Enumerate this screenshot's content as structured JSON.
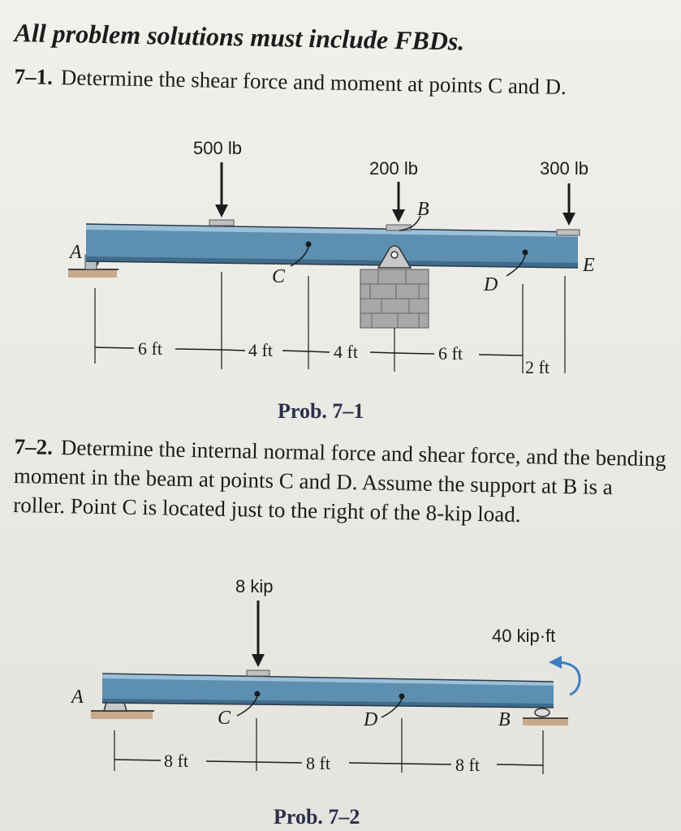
{
  "heading": "All problem solutions must include FBDs.",
  "problem_1": {
    "number": "7–1.",
    "text": "Determine the shear force and moment at points C and D.",
    "figure": {
      "loads": [
        "500 lb",
        "200 lb",
        "300 lb"
      ],
      "points": [
        "A",
        "B",
        "C",
        "D",
        "E"
      ],
      "dimensions": [
        "6 ft",
        "4 ft",
        "4 ft",
        "6 ft",
        "2 ft"
      ]
    },
    "caption": "Prob. 7–1"
  },
  "problem_2": {
    "number": "7–2.",
    "text": "Determine the internal normal force and shear force, and the bending moment in the beam at points C and D. Assume the support at B is a roller. Point C is located just to the right of the 8-kip load.",
    "figure": {
      "load": "8 kip",
      "moment": "40 kip·ft",
      "points": [
        "A",
        "B",
        "C",
        "D"
      ],
      "dimensions": [
        "8 ft",
        "8 ft",
        "8 ft"
      ]
    },
    "caption": "Prob. 7–2"
  }
}
